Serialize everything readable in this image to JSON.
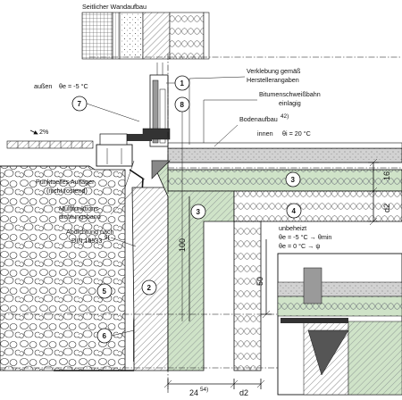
{
  "inset_title": "Seitlicher Wandaufbau",
  "labels": {
    "aussen": "außen",
    "theta_e_outside": "θe = -5 °C",
    "verklebung_1": "Verklebung gemäß",
    "verklebung_2": "Herstellerangaben",
    "bitumen_1": "Bitumenschweißbahn",
    "bitumen_2": "einlagig",
    "bodenaufbau": "Bodenaufbau",
    "bodenaufbau_sup": "42)",
    "innen": "innen",
    "theta_i": "θi = 20 °C",
    "slope": "2%",
    "punktuelles_1": "Punktuelles Auflager",
    "punktuelles_2": "(nicht rostend)",
    "multi_1": "Multifunktions-",
    "multi_2": "dichtungsband",
    "abdichtung_1": "Abdichtung nach",
    "abdichtung_2": "DIN 18533",
    "abdichtung_sup": "5)",
    "unbeheizt": "unbeheizt",
    "theta_u1": "θe = -5 °C → θmin",
    "theta_u2": "θe = 0 °C → ψ"
  },
  "markers": [
    "1",
    "2",
    "3",
    "3",
    "4",
    "5",
    "6",
    "7",
    "8"
  ],
  "dimensions": {
    "d16": "16",
    "d2_right": "d2",
    "d100": "100",
    "d50": "50",
    "d24": "24",
    "d24_sup": "54)",
    "d2_bottom": "d2"
  },
  "colors": {
    "insulation_green": "#cfe3c8",
    "screed_gray": "#d2d2d2",
    "window_gray": "#9a9a9a",
    "steel_dark": "#333333"
  }
}
